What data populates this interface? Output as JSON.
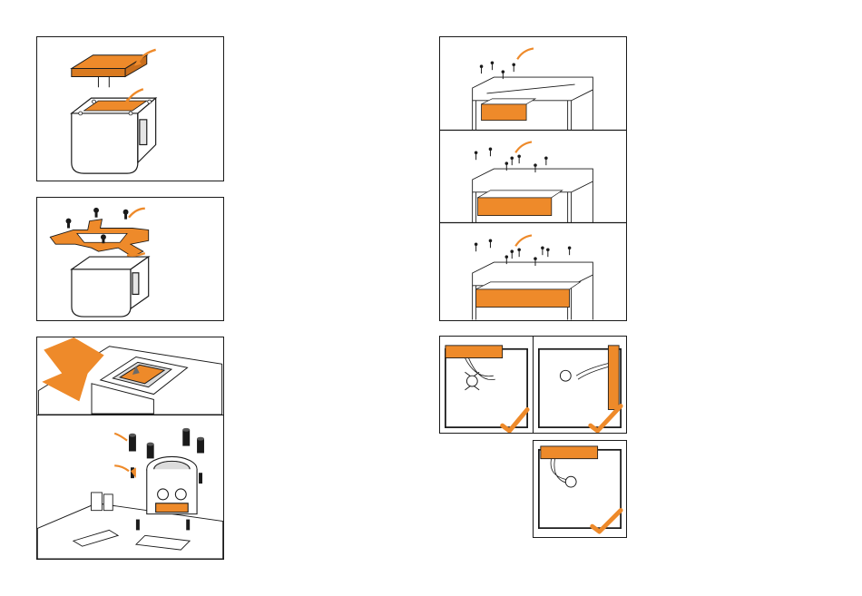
{
  "document": {
    "page_type": "installation-manual-spread",
    "text_content": []
  },
  "colors": {
    "accent": "#ee8a2a",
    "line": "#1a1a1a",
    "gray": "#9a9a9a",
    "paper": "#ffffff"
  },
  "steps_left": [
    {
      "id": "remove-cover-and-thermal-pad",
      "callouts": 2
    },
    {
      "id": "attach-mounting-bracket",
      "callouts": 2
    },
    {
      "id": "seat-cpu-and-apply-paste",
      "callouts": 0
    },
    {
      "id": "install-standoffs-and-nuts",
      "callouts": 2
    }
  ],
  "steps_right": [
    {
      "id": "mount-radiator-120",
      "fans": 1,
      "callouts": 1
    },
    {
      "id": "mount-radiator-240",
      "fans": 2,
      "callouts": 1
    },
    {
      "id": "mount-radiator-360",
      "fans": 3,
      "callouts": 1
    }
  ],
  "orientations": [
    {
      "id": "top-mount",
      "icon": "check-icon",
      "status": "correct"
    },
    {
      "id": "front-mount",
      "icon": "check-icon",
      "status": "correct"
    },
    {
      "id": "top-mount-alt",
      "icon": "check-icon",
      "status": "correct"
    }
  ]
}
